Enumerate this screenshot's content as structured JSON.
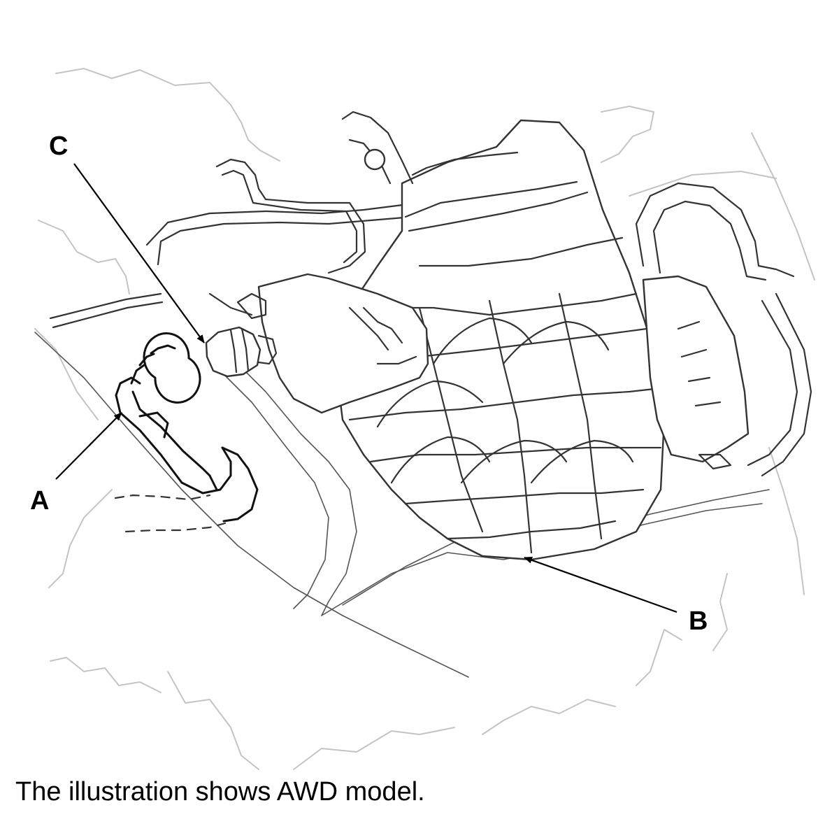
{
  "labels": {
    "a": "A",
    "b": "B",
    "c": "C"
  },
  "caption": "The illustration shows AWD model."
}
